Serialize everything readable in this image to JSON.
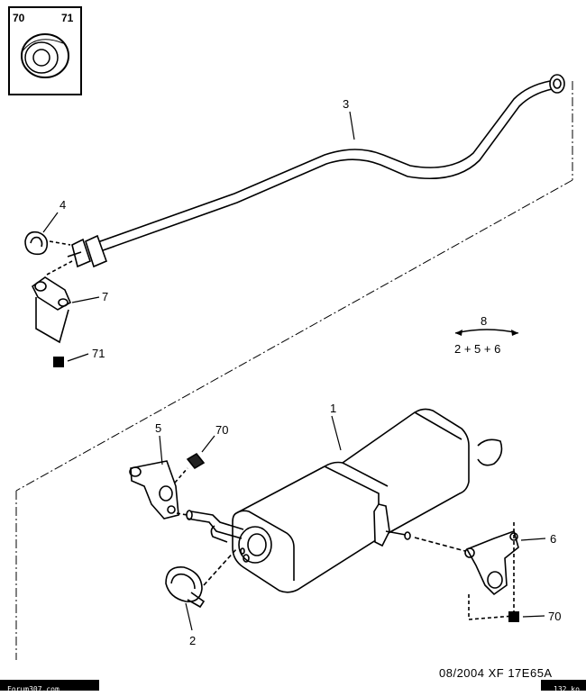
{
  "inset": {
    "left_label": "70",
    "right_label": "71"
  },
  "callouts": {
    "part_1": "1",
    "part_2": "2",
    "part_3": "3",
    "part_4": "4",
    "part_5": "5",
    "part_6": "6",
    "part_7": "7",
    "part_70_upper": "70",
    "part_70_lower": "70",
    "part_71": "71"
  },
  "kit": {
    "number": "8",
    "formula": "2 + 5 + 6"
  },
  "footer": {
    "reference": "08/2004  XF 17E65A",
    "watermark": "Forum307.com",
    "size": "132 ko"
  }
}
